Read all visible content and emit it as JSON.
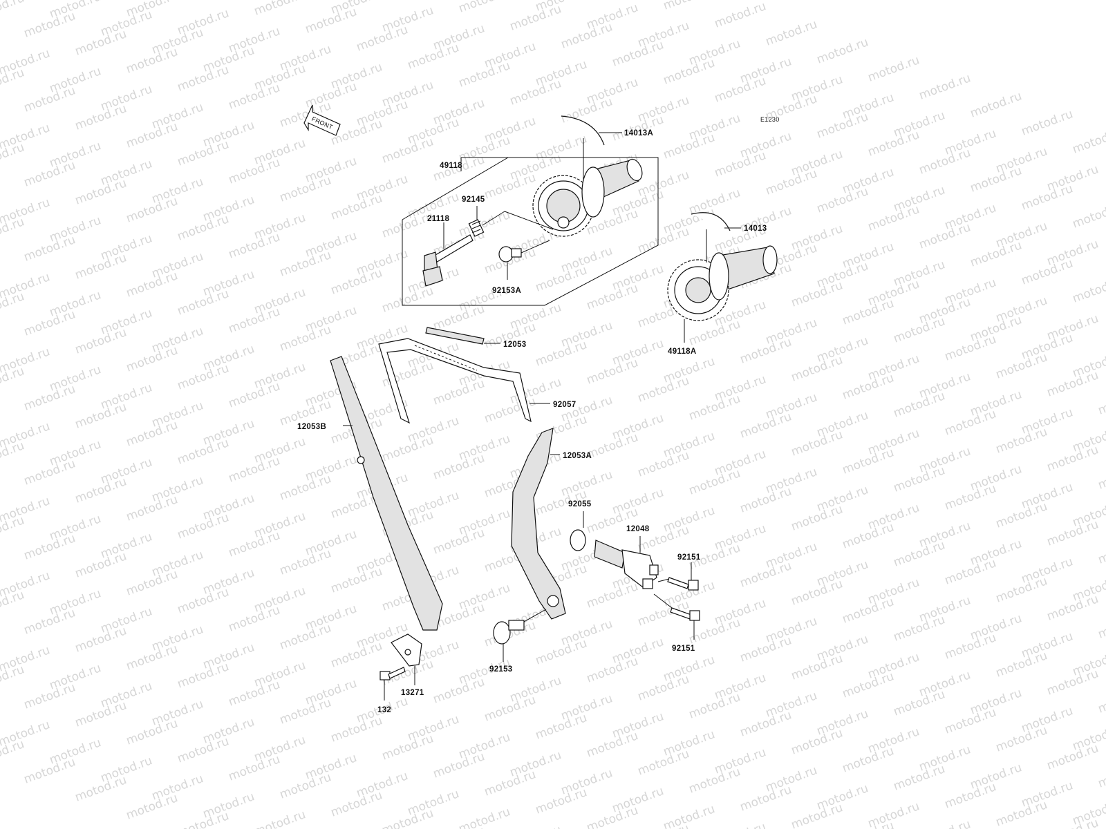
{
  "diagram": {
    "code": "E1230",
    "watermark": "motod.ru",
    "front_arrow": "FRONT",
    "callouts": [
      {
        "id": "c14013A",
        "text": "14013A"
      },
      {
        "id": "c49118",
        "text": "49118"
      },
      {
        "id": "c92145",
        "text": "92145"
      },
      {
        "id": "c21118",
        "text": "21118"
      },
      {
        "id": "c92153A",
        "text": "92153A"
      },
      {
        "id": "c14013",
        "text": "14013"
      },
      {
        "id": "c49118A",
        "text": "49118A"
      },
      {
        "id": "c12053",
        "text": "12053"
      },
      {
        "id": "c92057",
        "text": "92057"
      },
      {
        "id": "c12053B",
        "text": "12053B"
      },
      {
        "id": "c12053A",
        "text": "12053A"
      },
      {
        "id": "c92055",
        "text": "92055"
      },
      {
        "id": "c12048",
        "text": "12048"
      },
      {
        "id": "c92151a",
        "text": "92151"
      },
      {
        "id": "c92151b",
        "text": "92151"
      },
      {
        "id": "c92153",
        "text": "92153"
      },
      {
        "id": "c13271",
        "text": "13271"
      },
      {
        "id": "c132",
        "text": "132"
      }
    ]
  }
}
